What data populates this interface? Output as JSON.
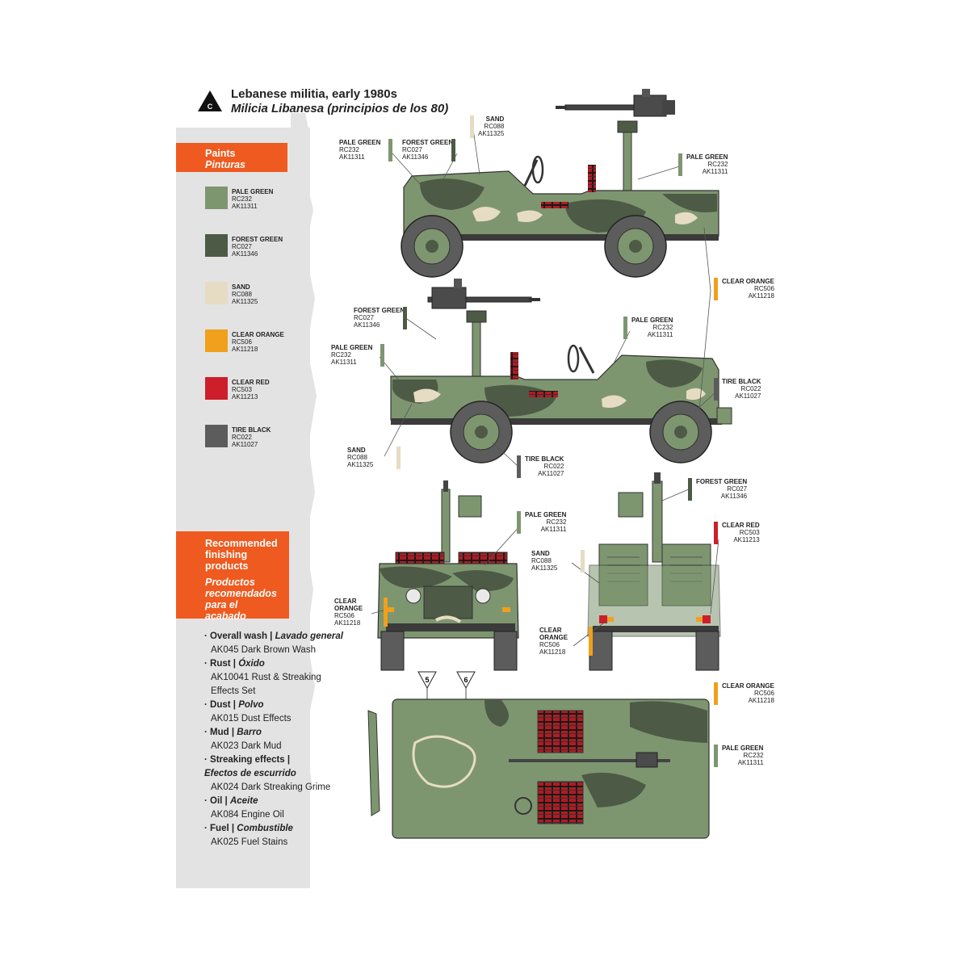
{
  "header": {
    "marker_letter": "C",
    "title": "Lebanese militia, early 1980s",
    "subtitle": "Milicia Libanesa (principios de los 80)"
  },
  "paints": {
    "heading": "Paints",
    "heading_es": "Pinturas",
    "swatches": [
      {
        "name": "PALE GREEN",
        "rc": "RC232",
        "ak": "AK11311",
        "color": "#7e9670"
      },
      {
        "name": "FOREST GREEN",
        "rc": "RC027",
        "ak": "AK11346",
        "color": "#4d5a45"
      },
      {
        "name": "SAND",
        "rc": "RC088",
        "ak": "AK11325",
        "color": "#e6dcc4"
      },
      {
        "name": "CLEAR ORANGE",
        "rc": "RC506",
        "ak": "AK11218",
        "color": "#f0a01c"
      },
      {
        "name": "CLEAR RED",
        "rc": "RC503",
        "ak": "AK11213",
        "color": "#cd1f2b"
      },
      {
        "name": "TIRE BLACK",
        "rc": "RC022",
        "ak": "AK11027",
        "color": "#5c5c5c"
      }
    ]
  },
  "recommended": {
    "heading_lines": [
      "Recommended",
      "finishing",
      "products"
    ],
    "heading_es_lines": [
      "Productos",
      "recomendados",
      "para el acabado"
    ],
    "items": [
      {
        "title": "Overall wash |",
        "title_es": "Lavado general",
        "products": [
          "AK045 Dark Brown Wash"
        ]
      },
      {
        "title": "Rust |",
        "title_es": "Óxido",
        "products": [
          "AK10041 Rust & Streaking",
          "Effects Set"
        ]
      },
      {
        "title": "Dust |",
        "title_es": "Polvo",
        "products": [
          "AK015 Dust Effects"
        ]
      },
      {
        "title": "Mud |",
        "title_es": "Barro",
        "products": [
          "AK023 Dark Mud"
        ]
      },
      {
        "title": "Streaking effects |",
        "title_es": "Efectos de escurrido",
        "products": [
          "AK024 Dark Streaking Grime"
        ]
      },
      {
        "title": "Oil |",
        "title_es": "Aceite",
        "products": [
          "AK084 Engine Oil"
        ]
      },
      {
        "title": "Fuel |",
        "title_es": "Combustible",
        "products": [
          "AK025 Fuel Stains"
        ]
      }
    ]
  },
  "callouts": {
    "c1": {
      "name": "PALE GREEN",
      "rc": "RC232",
      "ak": "AK11311",
      "color": "#7e9670"
    },
    "c2": {
      "name": "FOREST GREEN",
      "rc": "RC027",
      "ak": "AK11346",
      "color": "#4d5a45"
    },
    "c3": {
      "name": "SAND",
      "rc": "RC088",
      "ak": "AK11325",
      "color": "#e6dcc4"
    },
    "c4": {
      "name": "PALE GREEN",
      "rc": "RC232",
      "ak": "AK11311",
      "color": "#7e9670"
    },
    "c5": {
      "name": "CLEAR ORANGE",
      "rc": "RC506",
      "ak": "AK11218",
      "color": "#f0a01c"
    },
    "c6": {
      "name": "FOREST GREEN",
      "rc": "RC027",
      "ak": "AK11346",
      "color": "#4d5a45"
    },
    "c7": {
      "name": "PALE GREEN",
      "rc": "RC232",
      "ak": "AK11311",
      "color": "#7e9670"
    },
    "c8": {
      "name": "PALE GREEN",
      "rc": "RC232",
      "ak": "AK11311",
      "color": "#7e9670"
    },
    "c9": {
      "name": "TIRE BLACK",
      "rc": "RC022",
      "ak": "AK11027",
      "color": "#5c5c5c"
    },
    "c10": {
      "name": "SAND",
      "rc": "RC088",
      "ak": "AK11325",
      "color": "#e6dcc4"
    },
    "c11": {
      "name": "TIRE BLACK",
      "rc": "RC022",
      "ak": "AK11027",
      "color": "#5c5c5c"
    },
    "c12": {
      "name": "PALE GREEN",
      "rc": "RC232",
      "ak": "AK11311",
      "color": "#7e9670"
    },
    "c13": {
      "name": "FOREST GREEN",
      "rc": "RC027",
      "ak": "AK11346",
      "color": "#4d5a45"
    },
    "c14": {
      "name": "CLEAR RED",
      "rc": "RC503",
      "ak": "AK11213",
      "color": "#cd1f2b"
    },
    "c15": {
      "name": "SAND",
      "rc": "RC088",
      "ak": "AK11325",
      "color": "#e6dcc4"
    },
    "c16": {
      "name": "CLEAR",
      "name2": "ORANGE",
      "rc": "RC506",
      "ak": "AK11218",
      "color": "#f0a01c"
    },
    "c17": {
      "name": "CLEAR",
      "name2": "ORANGE",
      "rc": "RC506",
      "ak": "AK11218",
      "color": "#f0a01c"
    },
    "c18": {
      "name": "CLEAR ORANGE",
      "rc": "RC506",
      "ak": "AK11218",
      "color": "#f0a01c"
    },
    "c19": {
      "name": "PALE GREEN",
      "rc": "RC232",
      "ak": "AK11311",
      "color": "#7e9670"
    }
  },
  "markers": {
    "m5": "5",
    "m6": "6"
  }
}
